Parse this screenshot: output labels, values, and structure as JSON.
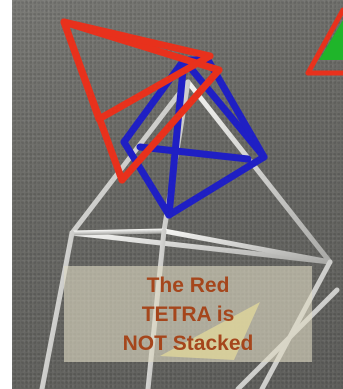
{
  "caption": {
    "line1": "The Red",
    "line2": "TETRA is",
    "line3": "NOT Stacked"
  },
  "colors": {
    "red_tetra": "#e8311c",
    "blue_tetra": "#1f1fc4",
    "grey_tetra": "#d8d8d4",
    "green_tetra": "#1fb52a",
    "caption_text": "#a5461c"
  }
}
